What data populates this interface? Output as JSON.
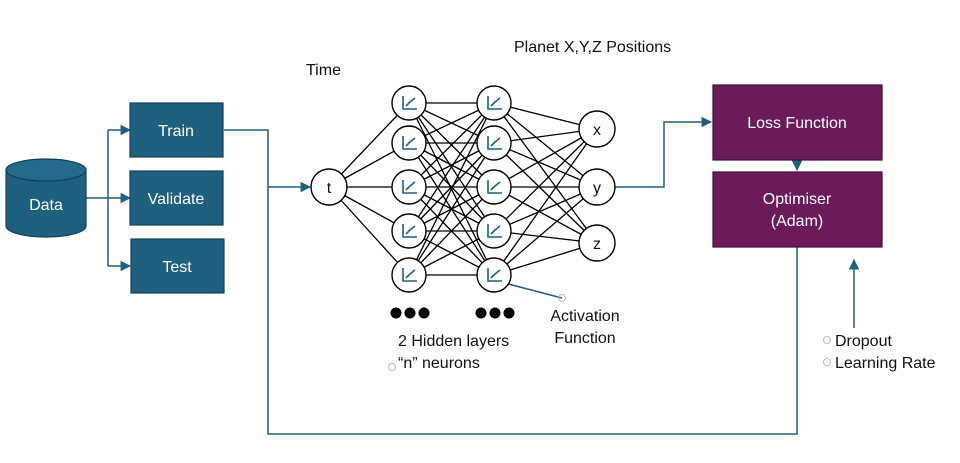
{
  "data_store": {
    "label": "Data"
  },
  "splits": [
    {
      "label": "Train"
    },
    {
      "label": "Validate"
    },
    {
      "label": "Test"
    }
  ],
  "time_label": "Time",
  "input_node": "t",
  "hidden": {
    "layers_label": "2 Hidden layers",
    "neurons_label": "“n” neurons"
  },
  "output": {
    "title": "Planet X,Y,Z Positions",
    "nodes": [
      "x",
      "y",
      "z"
    ]
  },
  "activation_label": [
    "Activation",
    "Function"
  ],
  "loss_box": {
    "label": "Loss Function"
  },
  "optimiser_box": {
    "line1": "Optimiser",
    "line2": "(Adam)"
  },
  "hyperparameters": [
    "Dropout",
    "Learning Rate"
  ],
  "colors": {
    "split_box": "#1f5f7f",
    "data_cylinder": "#1f5f7f",
    "loss_box": "#6b1a5c",
    "connector": "#1f5f7f",
    "icon": "#1f5f7f"
  }
}
